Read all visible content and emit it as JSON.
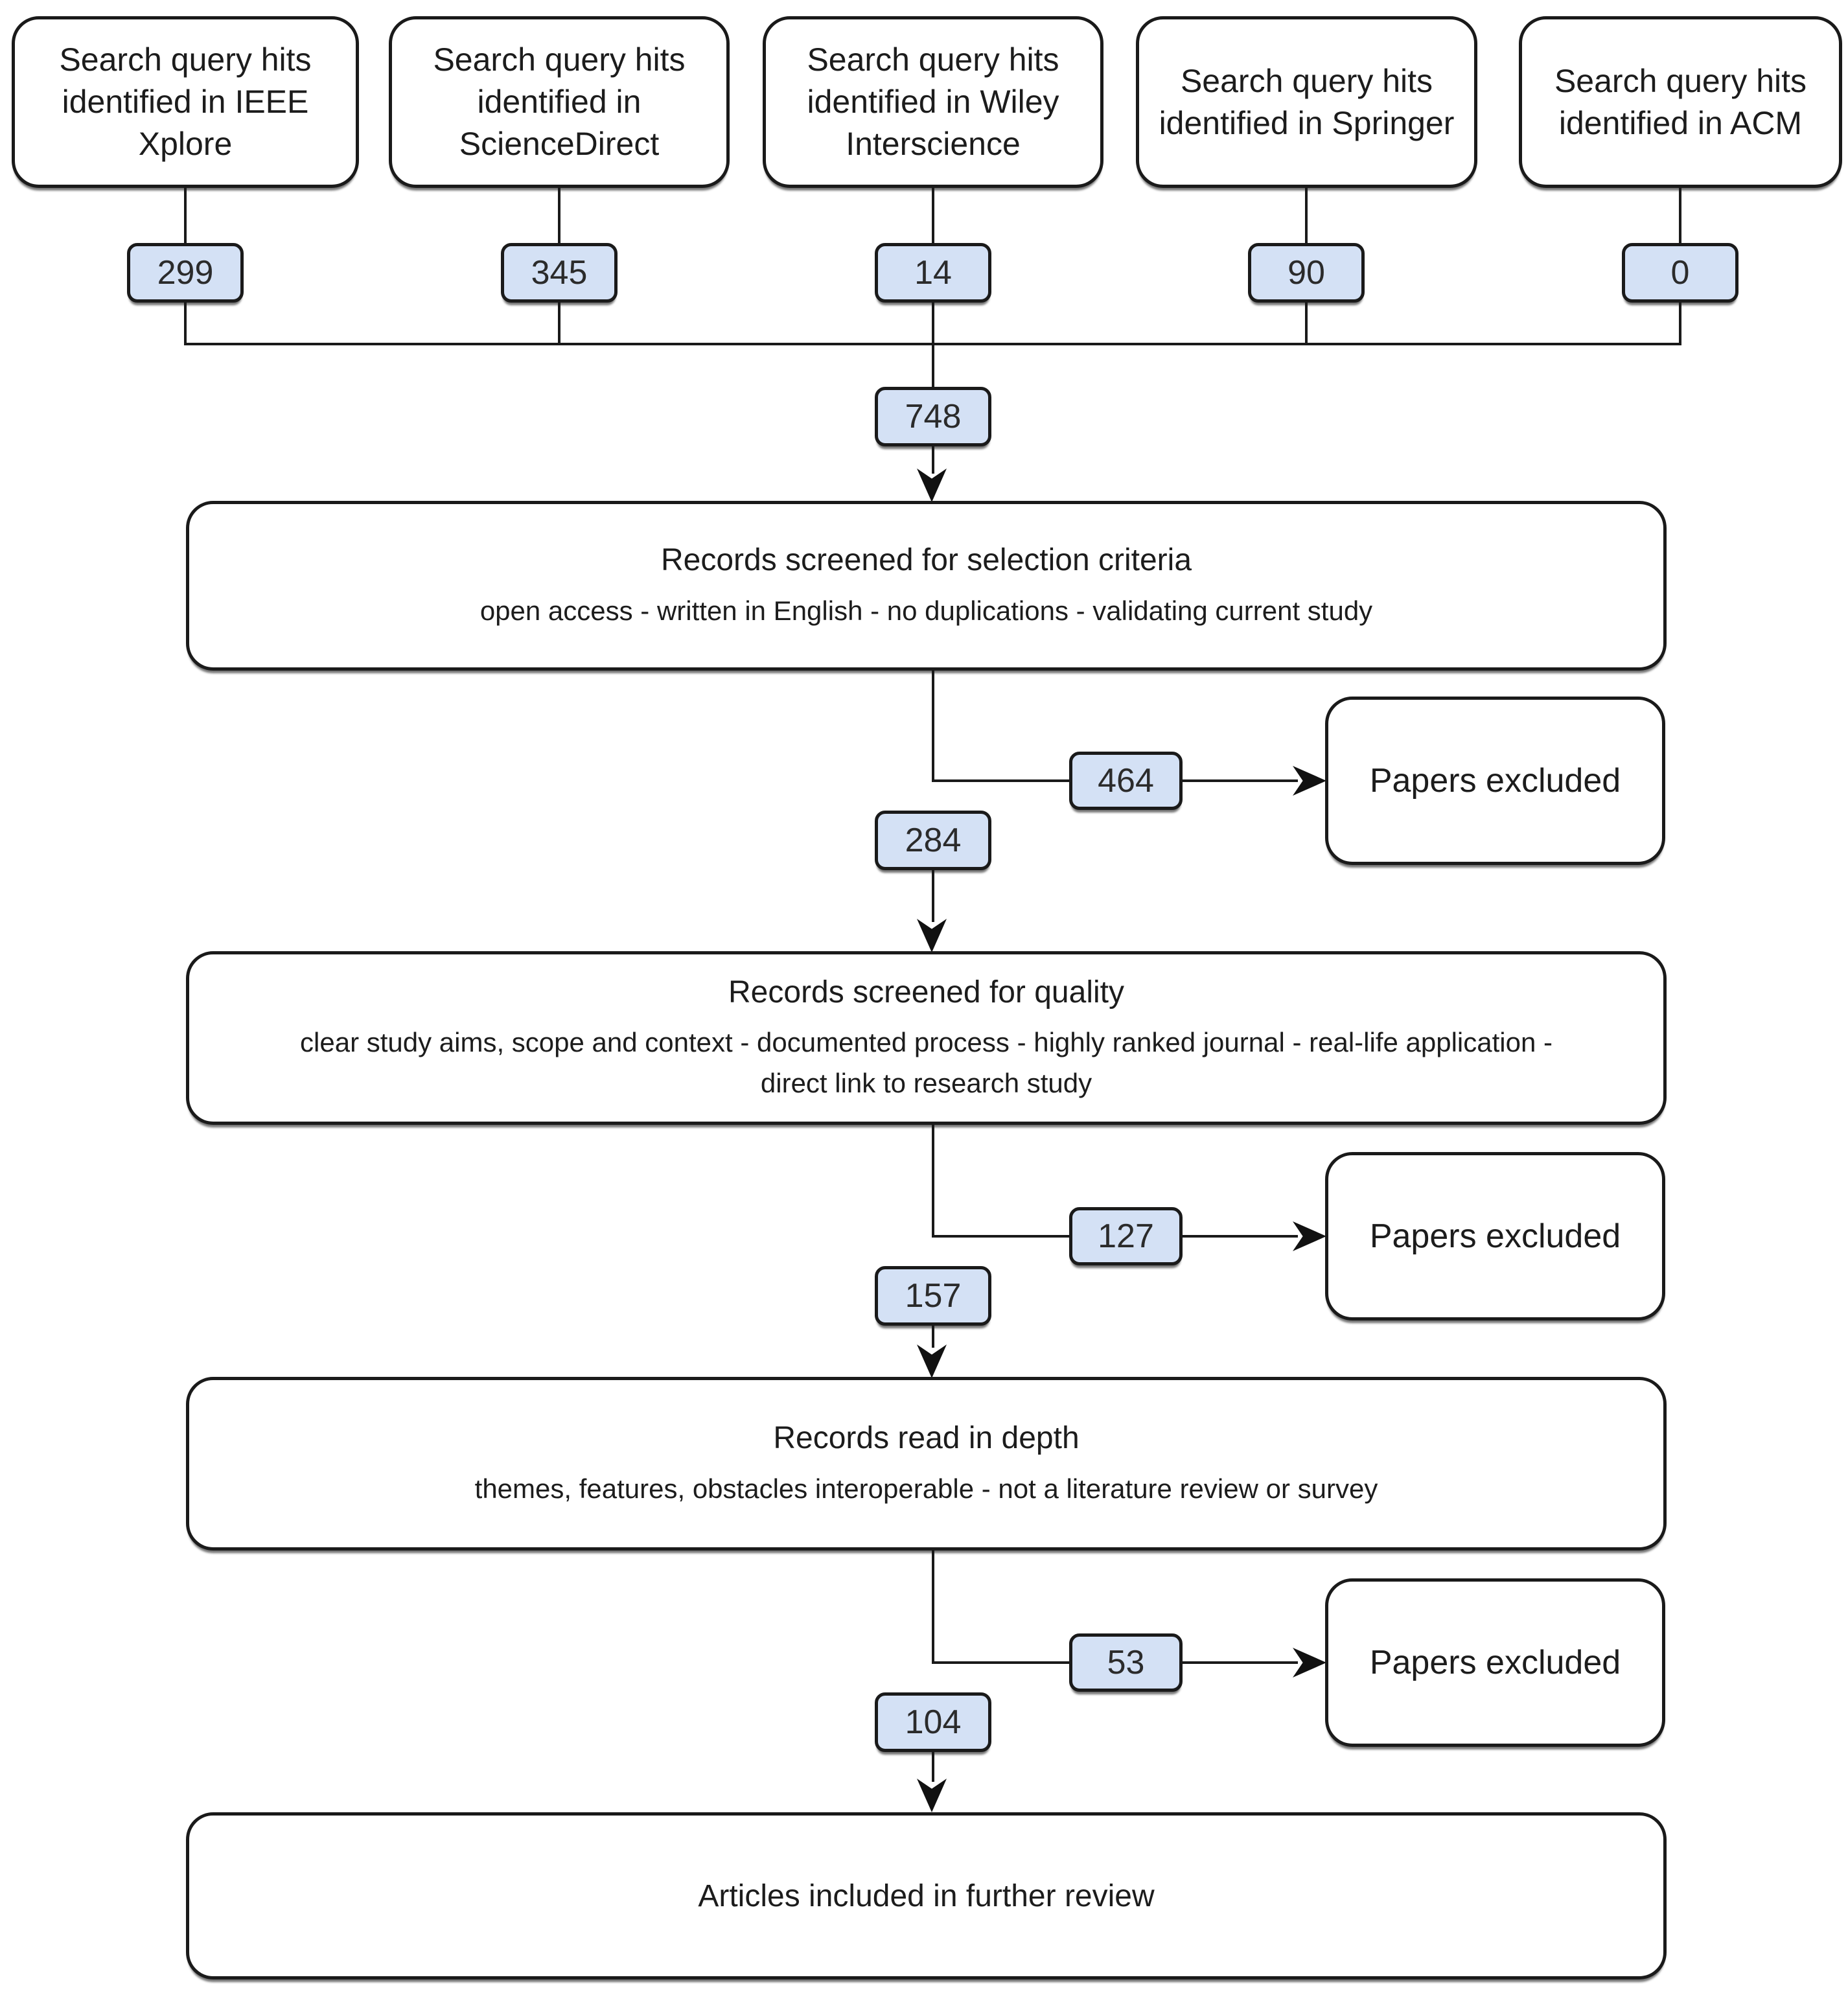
{
  "diagram": {
    "sources": [
      {
        "label": "Search query hits\nidentified in IEEE\nXplore",
        "count": "299"
      },
      {
        "label": "Search query hits\nidentified in\nScienceDirect",
        "count": "345"
      },
      {
        "label": "Search query hits\nidentified in Wiley\nInterscience",
        "count": "14"
      },
      {
        "label": "Search query hits\nidentified in Springer",
        "count": "90"
      },
      {
        "label": "Search query hits\nidentified in ACM",
        "count": "0"
      }
    ],
    "total_count": "748",
    "stages": [
      {
        "title": "Records screened for selection criteria",
        "criteria": "open access - written in English - no duplications - validating current study",
        "excluded_count": "464",
        "excluded_label": "Papers excluded",
        "remaining_count": "284"
      },
      {
        "title": "Records screened for quality",
        "criteria": "clear study aims, scope and context - documented process - highly ranked journal - real-life application -\ndirect link to research study",
        "excluded_count": "127",
        "excluded_label": "Papers excluded",
        "remaining_count": "157"
      },
      {
        "title": "Records read in depth",
        "criteria": "themes, features, obstacles interoperable - not a literature review or survey",
        "excluded_count": "53",
        "excluded_label": "Papers excluded",
        "remaining_count": "104"
      }
    ],
    "final_title": "Articles included in further review",
    "colors": {
      "badge_fill": "#d4e1f5",
      "stroke": "#1a1a1a"
    }
  }
}
